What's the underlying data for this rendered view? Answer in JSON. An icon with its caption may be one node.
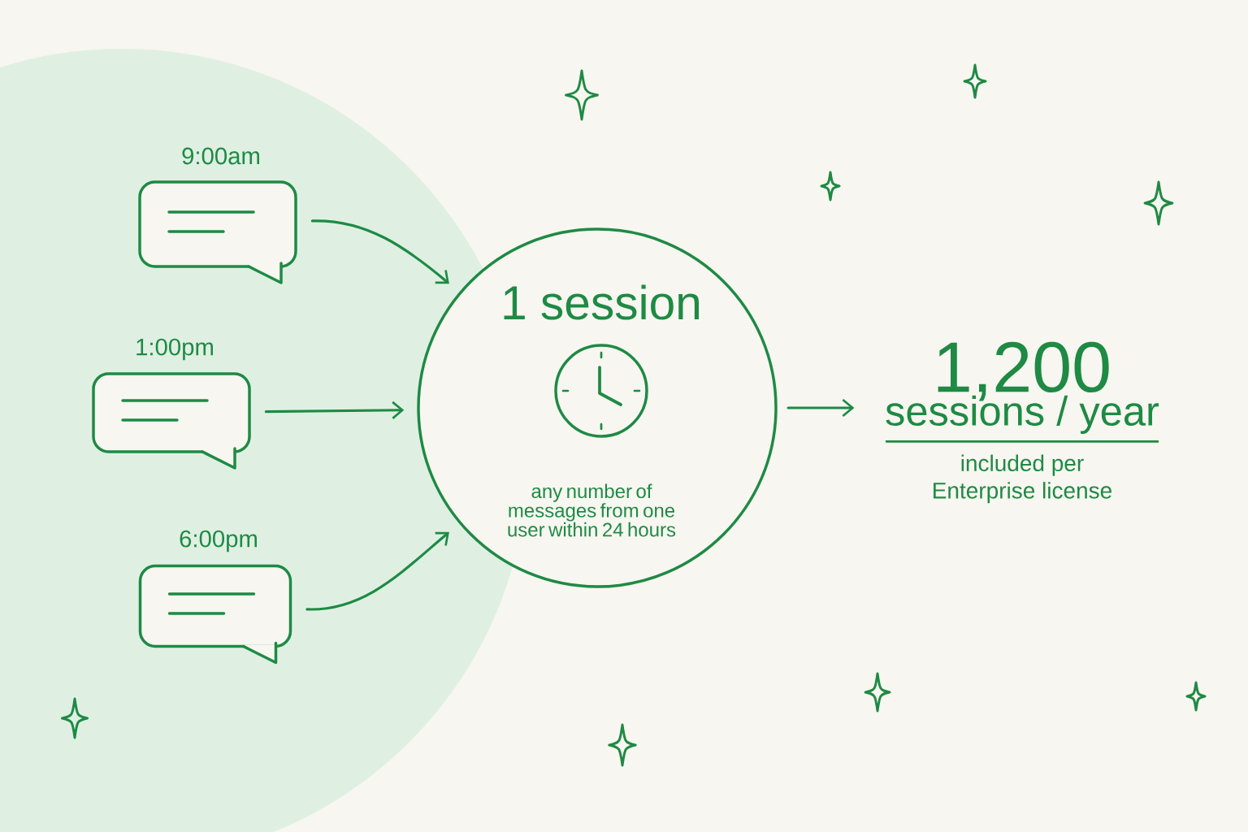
{
  "diagram": {
    "nodes": [
      {
        "text": [
          "9:00am"
        ]
      },
      {
        "text": [
          "1:00pm"
        ]
      },
      {
        "text": [
          "6:00pm"
        ]
      },
      {
        "text": [
          "1 session",
          "any number of messages from one user within 24 hours"
        ]
      },
      {
        "text": [
          "1,200",
          "sessions / year",
          "included per Enterprise license"
        ]
      }
    ],
    "edges": [
      {
        "from": 0,
        "to": 3,
        "arrow": "to"
      },
      {
        "from": 1,
        "to": 3,
        "arrow": "to"
      },
      {
        "from": 2,
        "to": 3,
        "arrow": "to"
      },
      {
        "from": 3,
        "to": 4,
        "arrow": "to"
      }
    ]
  }
}
